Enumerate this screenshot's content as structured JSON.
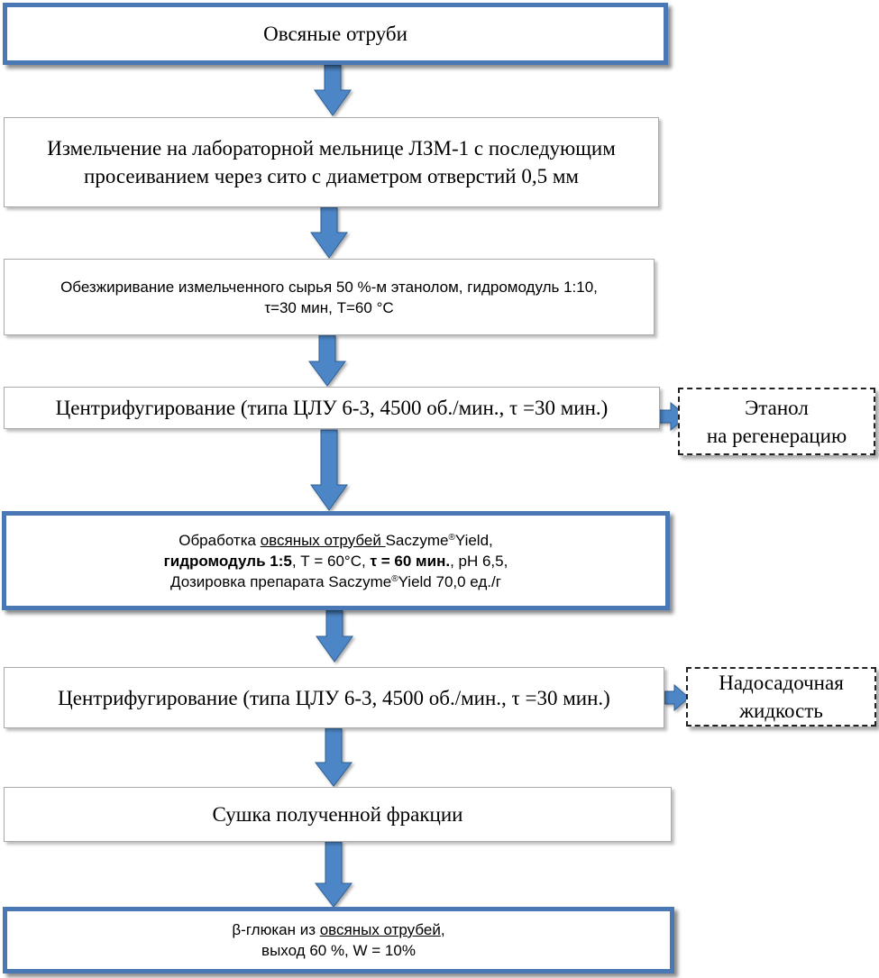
{
  "steps": {
    "s1": "Овсяные отруби",
    "s2": {
      "line1": "Измельчение на лабораторной мельнице ЛЗМ-1 с последующим",
      "line2": "просеиванием через сито с диаметром отверстий 0,5 мм"
    },
    "s3": {
      "line1": "Обезжиривание измельченного сырья 50 %-м этанолом, гидромодуль 1:10,",
      "line2": "τ=30 мин, Т=60 °С"
    },
    "s4": "Центрифугирование (типа ЦЛУ 6-3, 4500 об./мин., τ =30 мин.)",
    "s5": {
      "l1_a": "Обработка ",
      "l1_u": "овсяных отрубей ",
      "l1_b": "Saczyme",
      "reg": "®",
      "l1_c": "Yield,",
      "l2_bold1": "гидромодуль 1:5",
      "l2_a": ", Т = 60°С, ",
      "l2_bold2": "τ = 60 мин.",
      "l2_b": ", рН 6,5,",
      "l3_a": "Дозировка препарата Saczyme",
      "l3_b": "Yield 70,0 ед./г"
    },
    "s6": "Центрифугирование (типа ЦЛУ 6-3, 4500 об./мин., τ =30 мин.)",
    "s7": "Сушка полученной фракции",
    "s8": {
      "l1_a": "β-глюкан из ",
      "l1_u": "овсяных отрубей",
      "l1_b": ",",
      "l2": "выход 60 %, W = 10%"
    }
  },
  "side": {
    "ethanol": {
      "line1": "Этанол",
      "line2": "на регенерацию"
    },
    "liquid": {
      "line1": "Надосадочная",
      "line2": "жидкость"
    }
  },
  "colors": {
    "arrow": "#4e86c6",
    "frame": "#4a78b4"
  }
}
